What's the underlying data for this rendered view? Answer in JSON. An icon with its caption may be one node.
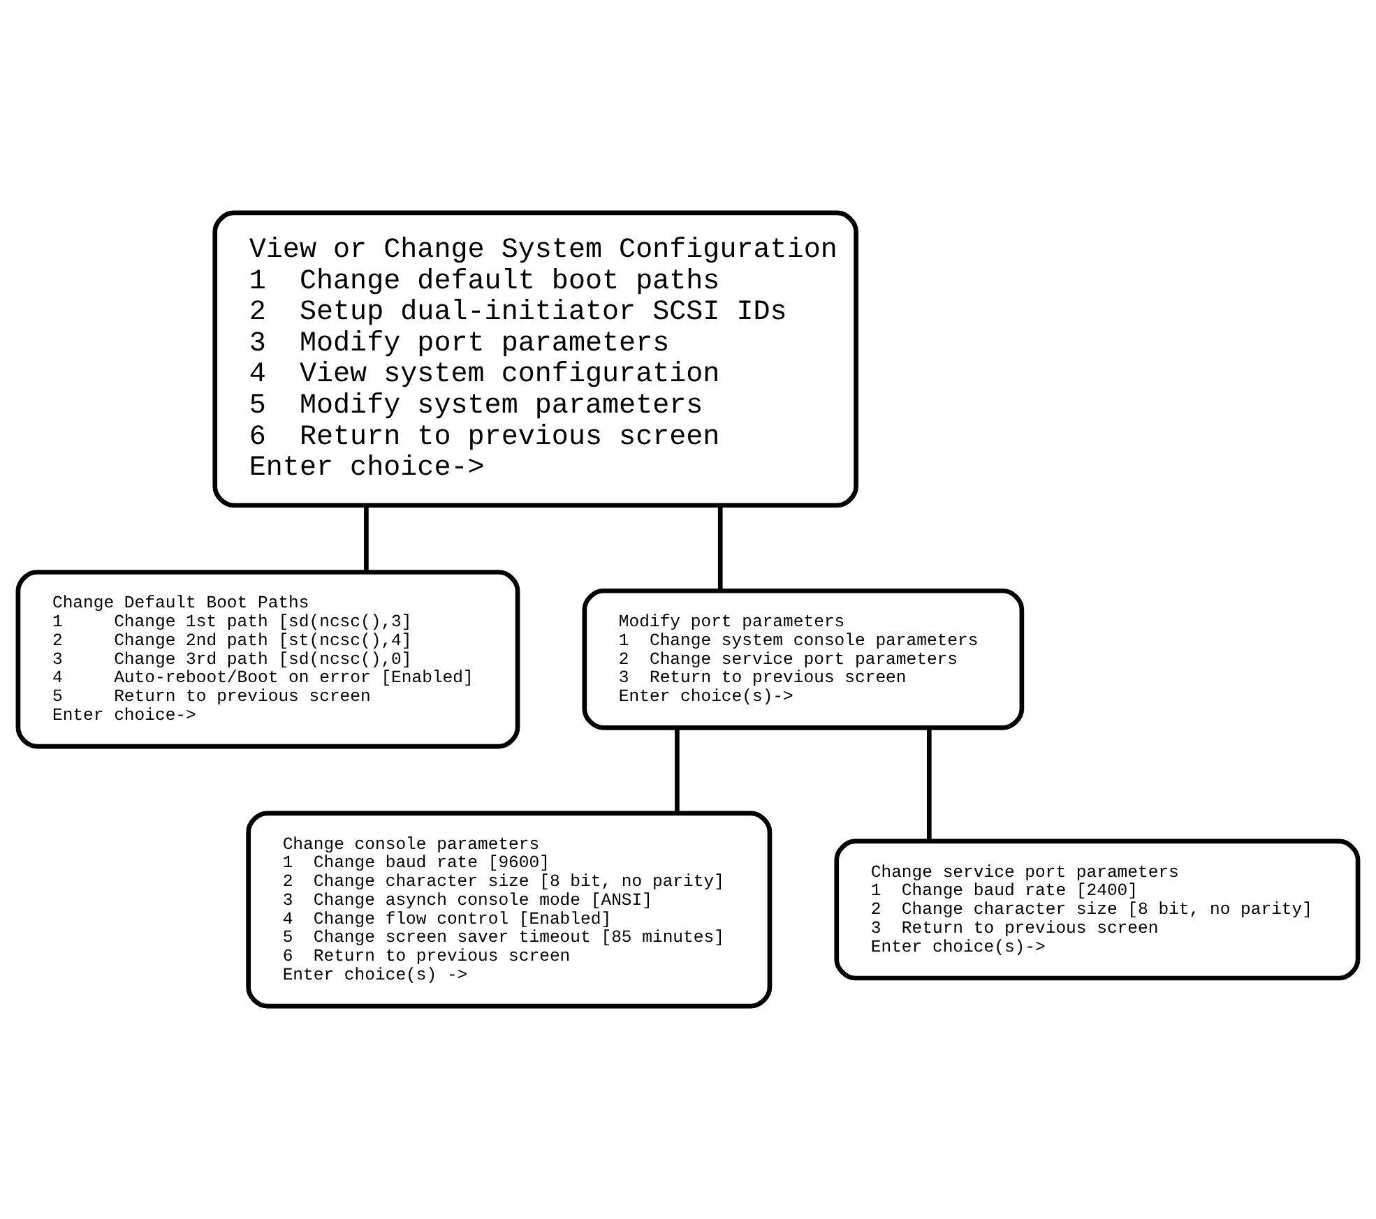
{
  "diagram": {
    "nodes": [
      {
        "text": [
          "View or Change System Configuration",
          "1  Change default boot paths",
          "2  Setup dual-initiator SCSI IDs",
          "3  Modify port parameters",
          "4  View system configuration",
          "5  Modify system parameters",
          "6  Return to previous screen",
          "Enter choice->"
        ]
      },
      {
        "text": [
          "Change Default Boot Paths",
          "1     Change 1st path [sd(ncsc(),3]",
          "2     Change 2nd path [st(ncsc(),4]",
          "3     Change 3rd path [sd(ncsc(),0]",
          "4     Auto-reboot/Boot on error [Enabled]",
          "5     Return to previous screen",
          "Enter choice->"
        ]
      },
      {
        "text": [
          "Modify port parameters",
          "1  Change system console parameters",
          "2  Change service port parameters",
          "3  Return to previous screen",
          "Enter choice(s)->"
        ]
      },
      {
        "text": [
          "Change console parameters",
          "1  Change baud rate [9600]",
          "2  Change character size [8 bit, no parity]",
          "3  Change asynch console mode [ANSI]",
          "4  Change flow control [Enabled]",
          "5  Change screen saver timeout [85 minutes]",
          "6  Return to previous screen",
          "Enter choice(s) ->"
        ]
      },
      {
        "text": [
          "Change service port parameters",
          "1  Change baud rate [2400]",
          "2  Change character size [8 bit, no parity]",
          "3  Return to previous screen",
          "Enter choice(s)->"
        ]
      }
    ],
    "edges": [
      {
        "from": 0,
        "to": 1,
        "arrow": "none"
      },
      {
        "from": 0,
        "to": 2,
        "arrow": "none"
      },
      {
        "from": 2,
        "to": 3,
        "arrow": "none"
      },
      {
        "from": 2,
        "to": 4,
        "arrow": "none"
      }
    ]
  }
}
